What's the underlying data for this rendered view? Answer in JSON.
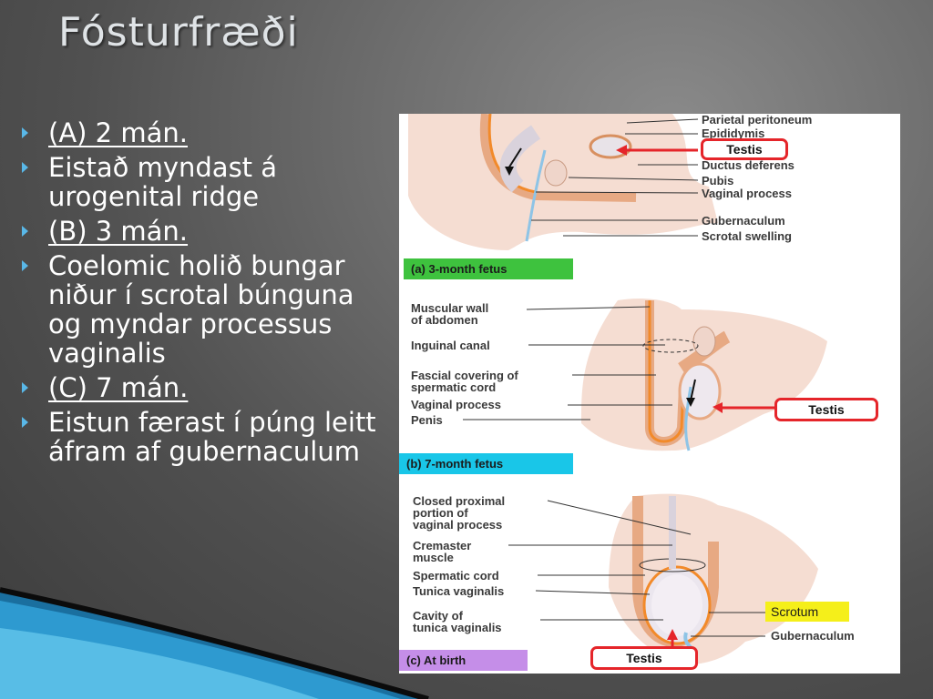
{
  "title": "Fósturfræði",
  "bullets": [
    {
      "text": "(A) 2 mán.",
      "underline": true
    },
    {
      "text": "Eistað myndast á urogenital ridge",
      "underline": false
    },
    {
      "text": "(B) 3 mán.",
      "underline": true
    },
    {
      "text": "Coelomic holið bungar niður í scrotal búnguna og myndar processus vaginalis",
      "underline": false
    },
    {
      "text": "(C) 7 mán.",
      "underline": true
    },
    {
      "text": "Eistun færast í púng leitt áfram af gubernaculum",
      "underline": false
    }
  ],
  "figure": {
    "a": {
      "labels": [
        "Parietal peritoneum",
        "Epididymis",
        "Ductus deferens",
        "Pubis",
        "Vaginal process",
        "Gubernaculum",
        "Scrotal swelling"
      ],
      "testis": "Testis",
      "caption": "(a) 3-month fetus",
      "caption_color": "#3ec23e"
    },
    "b": {
      "labels": [
        "Muscular wall\nof abdomen",
        "Inguinal canal",
        "Fascial covering of\nspermatic cord",
        "Vaginal process",
        "Penis"
      ],
      "testis": "Testis",
      "caption": "(b) 7-month fetus",
      "caption_color": "#19c6e8"
    },
    "c": {
      "labels": [
        "Closed proximal\nportion of\nvaginal process",
        "Cremaster\nmuscle",
        "Spermatic cord",
        "Tunica vaginalis",
        "Cavity of\ntunica vaginalis",
        "Gubernaculum"
      ],
      "scrotum": "Scrotum",
      "scrotum_color": "#f5ef1a",
      "testis": "Testis",
      "caption": "(c) At birth",
      "caption_color": "#c58ee8"
    }
  }
}
